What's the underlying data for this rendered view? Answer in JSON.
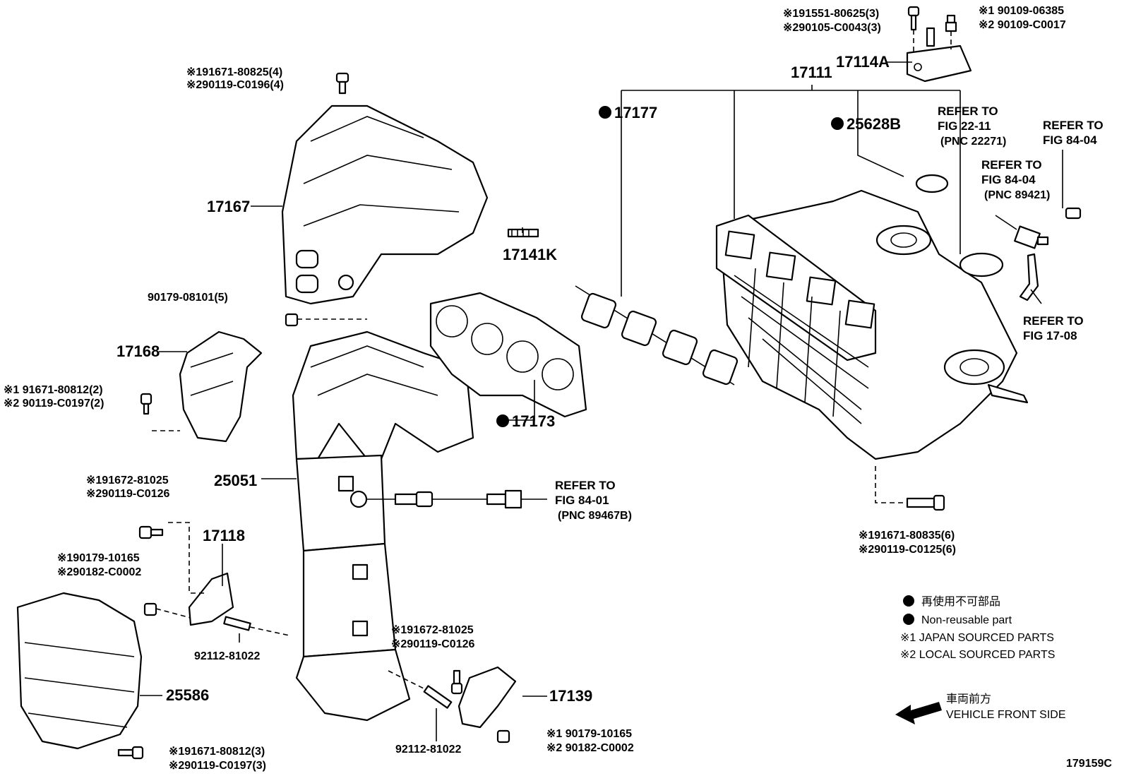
{
  "figure_id": "179159C",
  "parts": {
    "p17111": "17111",
    "p17114A": "17114A",
    "p17177": "17177",
    "p25628B": "25628B",
    "p17167": "17167",
    "p17141K": "17141K",
    "p17168": "17168",
    "p17173": "17173",
    "p25051": "25051",
    "p17118": "17118",
    "p25586": "25586",
    "p17139": "17139",
    "p92112_a": "92112-81022",
    "p92112_b": "92112-81022",
    "p90179_08101": "90179-08101(5)"
  },
  "fasteners": {
    "top_bolt_1": "※191551-80625(3)",
    "top_bolt_2": "※290105-C0043(3)",
    "top_stud_1": "※1 90109-06385",
    "top_stud_2": "※2 90109-C0017",
    "shield_bolt_1": "※191671-80825(4)",
    "shield_bolt_2": "※290119-C0196(4)",
    "left_bolt_1": "※1 91671-80812(2)",
    "left_bolt_2": "※2 90119-C0197(2)",
    "bracket_bolt_1": "※191672-81025",
    "bracket_bolt_2": "※290119-C0126",
    "nut_1": "※190179-10165",
    "nut_2": "※290182-C0002",
    "lower_bolt_1": "※191672-81025",
    "lower_bolt_2": "※290119-C0126",
    "lower_nut_1": "※1 90179-10165",
    "lower_nut_2": "※2 90182-C0002",
    "bottom_bolt_1": "※191671-80812(3)",
    "bottom_bolt_2": "※290119-C0197(3)",
    "manifold_bolt_1": "※191671-80835(6)",
    "manifold_bolt_2": "※290119-C0125(6)"
  },
  "refs": {
    "r22_1": "REFER TO",
    "r22_2": "FIG 22-11",
    "r22_3": "(PNC 22271)",
    "r84a_1": "REFER TO",
    "r84a_2": "FIG 84-04",
    "r84b_1": "REFER TO",
    "r84b_2": "FIG 84-04",
    "r84b_3": "(PNC 89421)",
    "r17_1": "REFER TO",
    "r17_2": "FIG 17-08",
    "r8401_1": "REFER TO",
    "r8401_2": "FIG 84-01",
    "r8401_3": "(PNC 89467B)"
  },
  "legend": {
    "non_reusable_jp": "再使用不可部品",
    "non_reusable_en": "Non-reusable part",
    "japan_sourced": "※1 JAPAN SOURCED PARTS",
    "local_sourced": "※2 LOCAL SOURCED PARTS",
    "front_jp": "車両前方",
    "front_en": "VEHICLE FRONT SIDE"
  },
  "colors": {
    "ink": "#000000",
    "paper": "#ffffff"
  }
}
